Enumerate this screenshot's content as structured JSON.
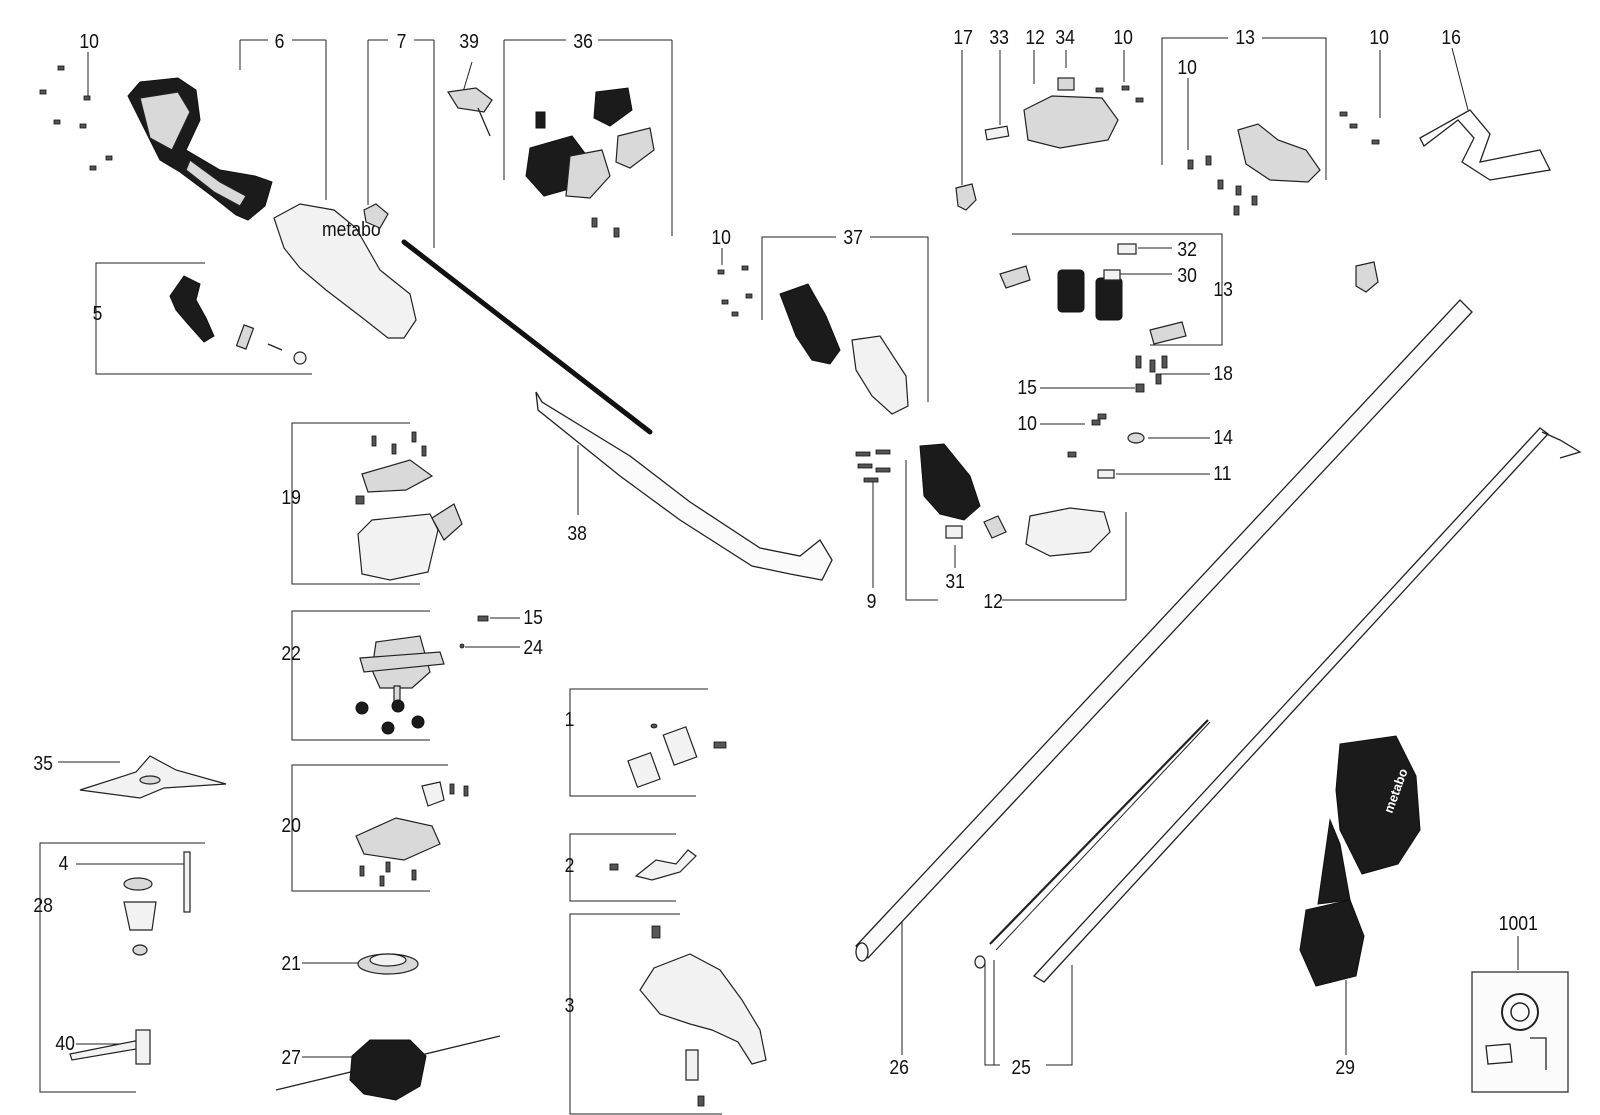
{
  "diagram": {
    "labels": {
      "l_10a": "10",
      "l_6": "6",
      "l_7": "7",
      "l_39": "39",
      "l_36": "36",
      "l_17": "17",
      "l_33": "33",
      "l_12a": "12",
      "l_34": "34",
      "l_10b": "10",
      "l_13a": "13",
      "l_10c": "10",
      "l_16": "16",
      "l_10d": "10",
      "l_5": "5",
      "l_10e": "10",
      "l_37": "37",
      "l_32": "32",
      "l_30": "30",
      "l_13b": "13",
      "l_15a": "15",
      "l_18": "18",
      "l_10f": "10",
      "l_14": "14",
      "l_11": "11",
      "l_19": "19",
      "l_38": "38",
      "l_9": "9",
      "l_31": "31",
      "l_12b": "12",
      "l_22": "22",
      "l_15b": "15",
      "l_24": "24",
      "l_35": "35",
      "l_1": "1",
      "l_20": "20",
      "l_2": "2",
      "l_4": "4",
      "l_28": "28",
      "l_3": "3",
      "l_21": "21",
      "l_40": "40",
      "l_27": "27",
      "l_26": "26",
      "l_25": "25",
      "l_29": "29",
      "l_1001": "1001"
    },
    "harness_brand": "metabo",
    "handle_brand": "metabo"
  }
}
